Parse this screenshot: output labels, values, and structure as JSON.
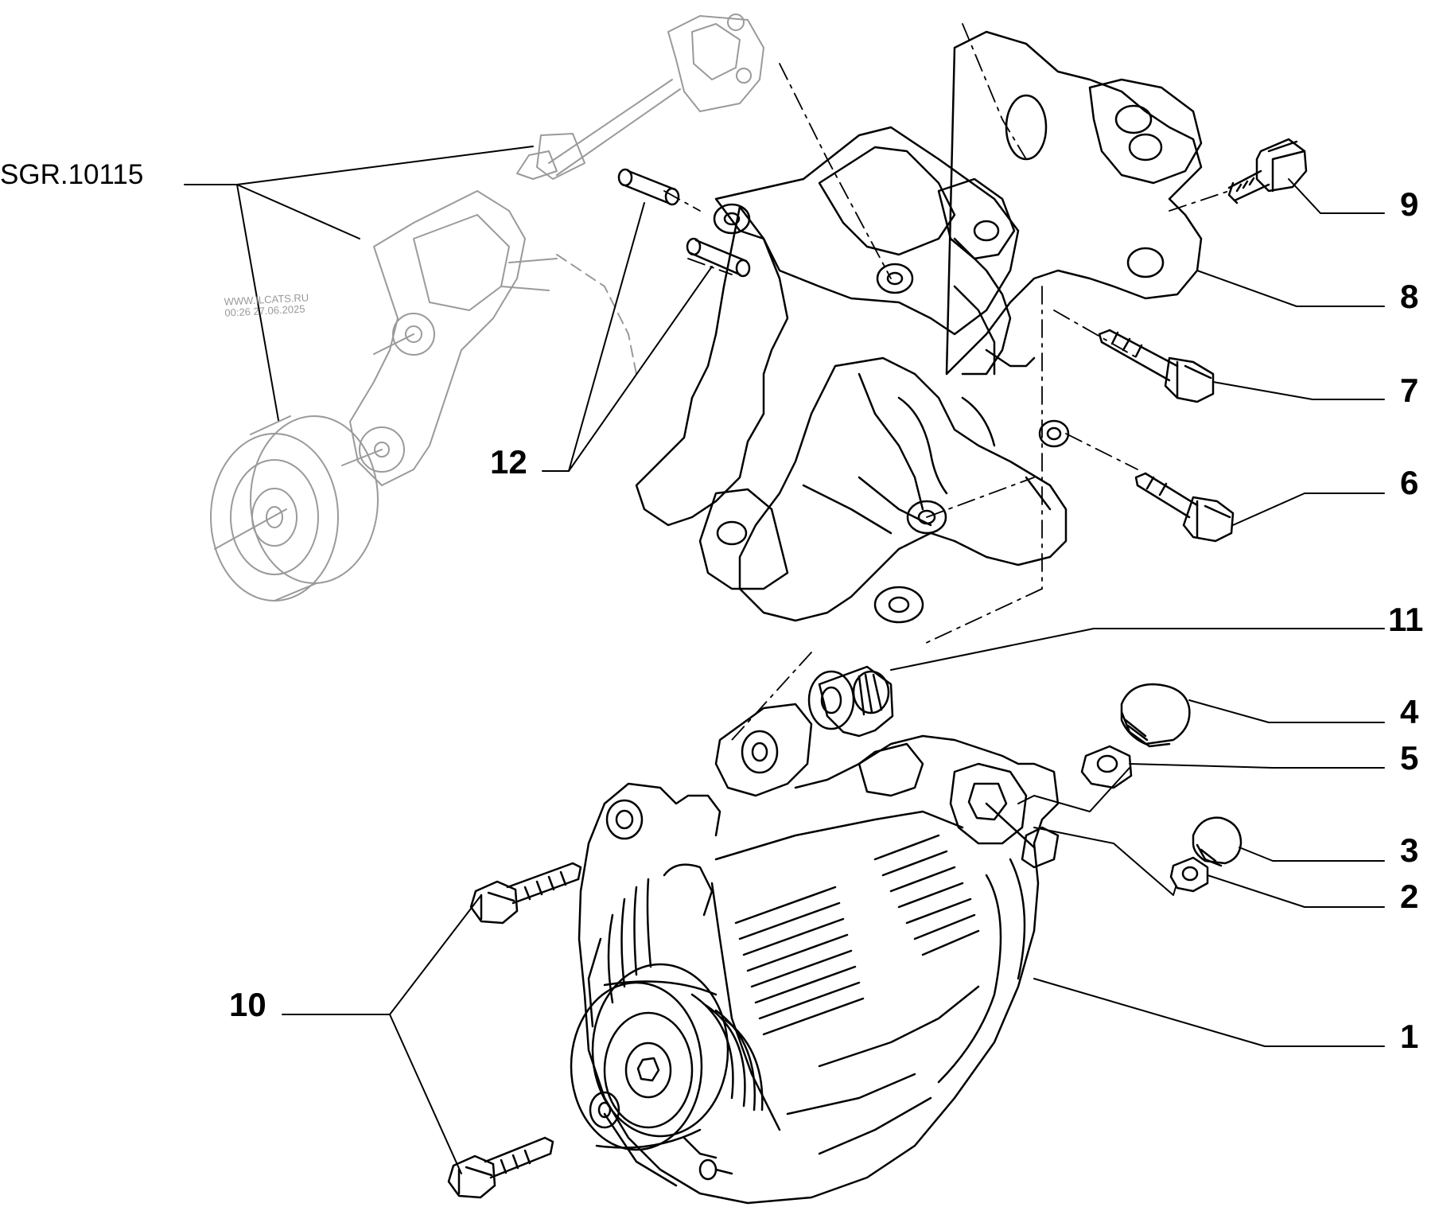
{
  "reference_label": "SGR.10115",
  "watermark": {
    "line1": "WWW.ILCATS.RU",
    "line2": "00:26 27.06.2025"
  },
  "callouts": [
    {
      "id": "1",
      "text": "1"
    },
    {
      "id": "2",
      "text": "2"
    },
    {
      "id": "3",
      "text": "3"
    },
    {
      "id": "4",
      "text": "4"
    },
    {
      "id": "5",
      "text": "5"
    },
    {
      "id": "6",
      "text": "6"
    },
    {
      "id": "7",
      "text": "7"
    },
    {
      "id": "8",
      "text": "8"
    },
    {
      "id": "9",
      "text": "9"
    },
    {
      "id": "10",
      "text": "10"
    },
    {
      "id": "11",
      "text": "11"
    },
    {
      "id": "12",
      "text": "12"
    }
  ]
}
